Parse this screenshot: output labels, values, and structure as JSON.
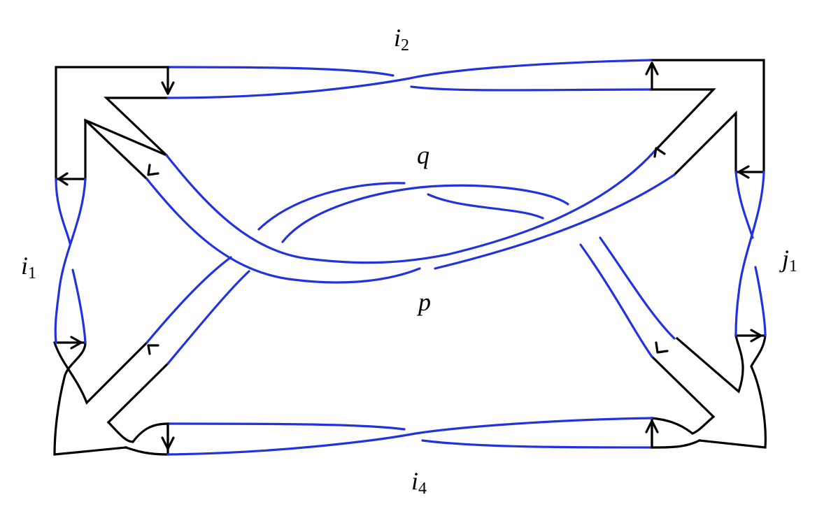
{
  "labels": {
    "i2": {
      "base": "i",
      "sub": "2"
    },
    "i1": {
      "base": "i",
      "sub": "1"
    },
    "j1": {
      "base": "j",
      "sub": "1"
    },
    "i4": {
      "base": "i",
      "sub": "4"
    },
    "q": {
      "base": "q"
    },
    "p": {
      "base": "p"
    }
  },
  "colors": {
    "strand": "#2233dd",
    "frame": "#000000"
  }
}
